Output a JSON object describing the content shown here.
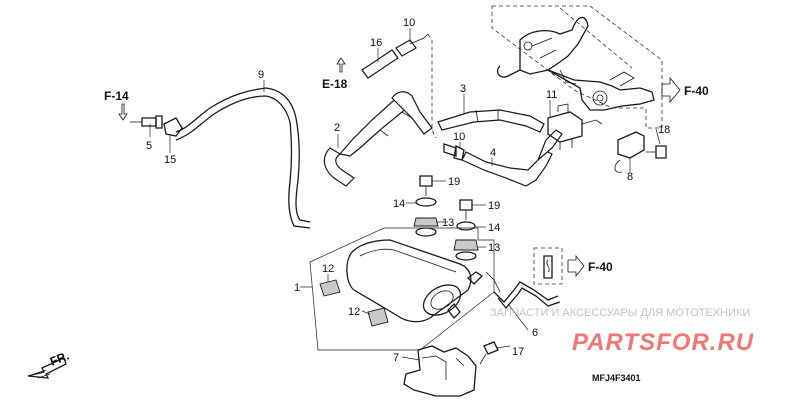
{
  "callouts": [
    {
      "id": "c1",
      "text": "1"
    },
    {
      "id": "c2",
      "text": "2"
    },
    {
      "id": "c3",
      "text": "3"
    },
    {
      "id": "c4",
      "text": "4"
    },
    {
      "id": "c5",
      "text": "5"
    },
    {
      "id": "c6",
      "text": "6"
    },
    {
      "id": "c7",
      "text": "7"
    },
    {
      "id": "c8",
      "text": "8"
    },
    {
      "id": "c9",
      "text": "9"
    },
    {
      "id": "c10a",
      "text": "10"
    },
    {
      "id": "c10b",
      "text": "10"
    },
    {
      "id": "c11",
      "text": "11"
    },
    {
      "id": "c12a",
      "text": "12"
    },
    {
      "id": "c12b",
      "text": "12"
    },
    {
      "id": "c13a",
      "text": "13"
    },
    {
      "id": "c13b",
      "text": "13"
    },
    {
      "id": "c14a",
      "text": "14"
    },
    {
      "id": "c14b",
      "text": "14"
    },
    {
      "id": "c15",
      "text": "15"
    },
    {
      "id": "c16",
      "text": "16"
    },
    {
      "id": "c17",
      "text": "17"
    },
    {
      "id": "c18",
      "text": "18"
    },
    {
      "id": "c19a",
      "text": "19"
    },
    {
      "id": "c19b",
      "text": "19"
    }
  ],
  "refs": {
    "f14": "F-14",
    "e18": "E-18",
    "f40_top": "F-40",
    "f40_mid": "F-40"
  },
  "front_marker": "FR.",
  "diagram_code": "MFJ4F3401",
  "watermark": {
    "line1": "ЗАПЧАСТИ И АКСЕССУАРЫ ДЛЯ МОТОТЕХНИКИ",
    "line2": "PARTSFOR.RU"
  }
}
